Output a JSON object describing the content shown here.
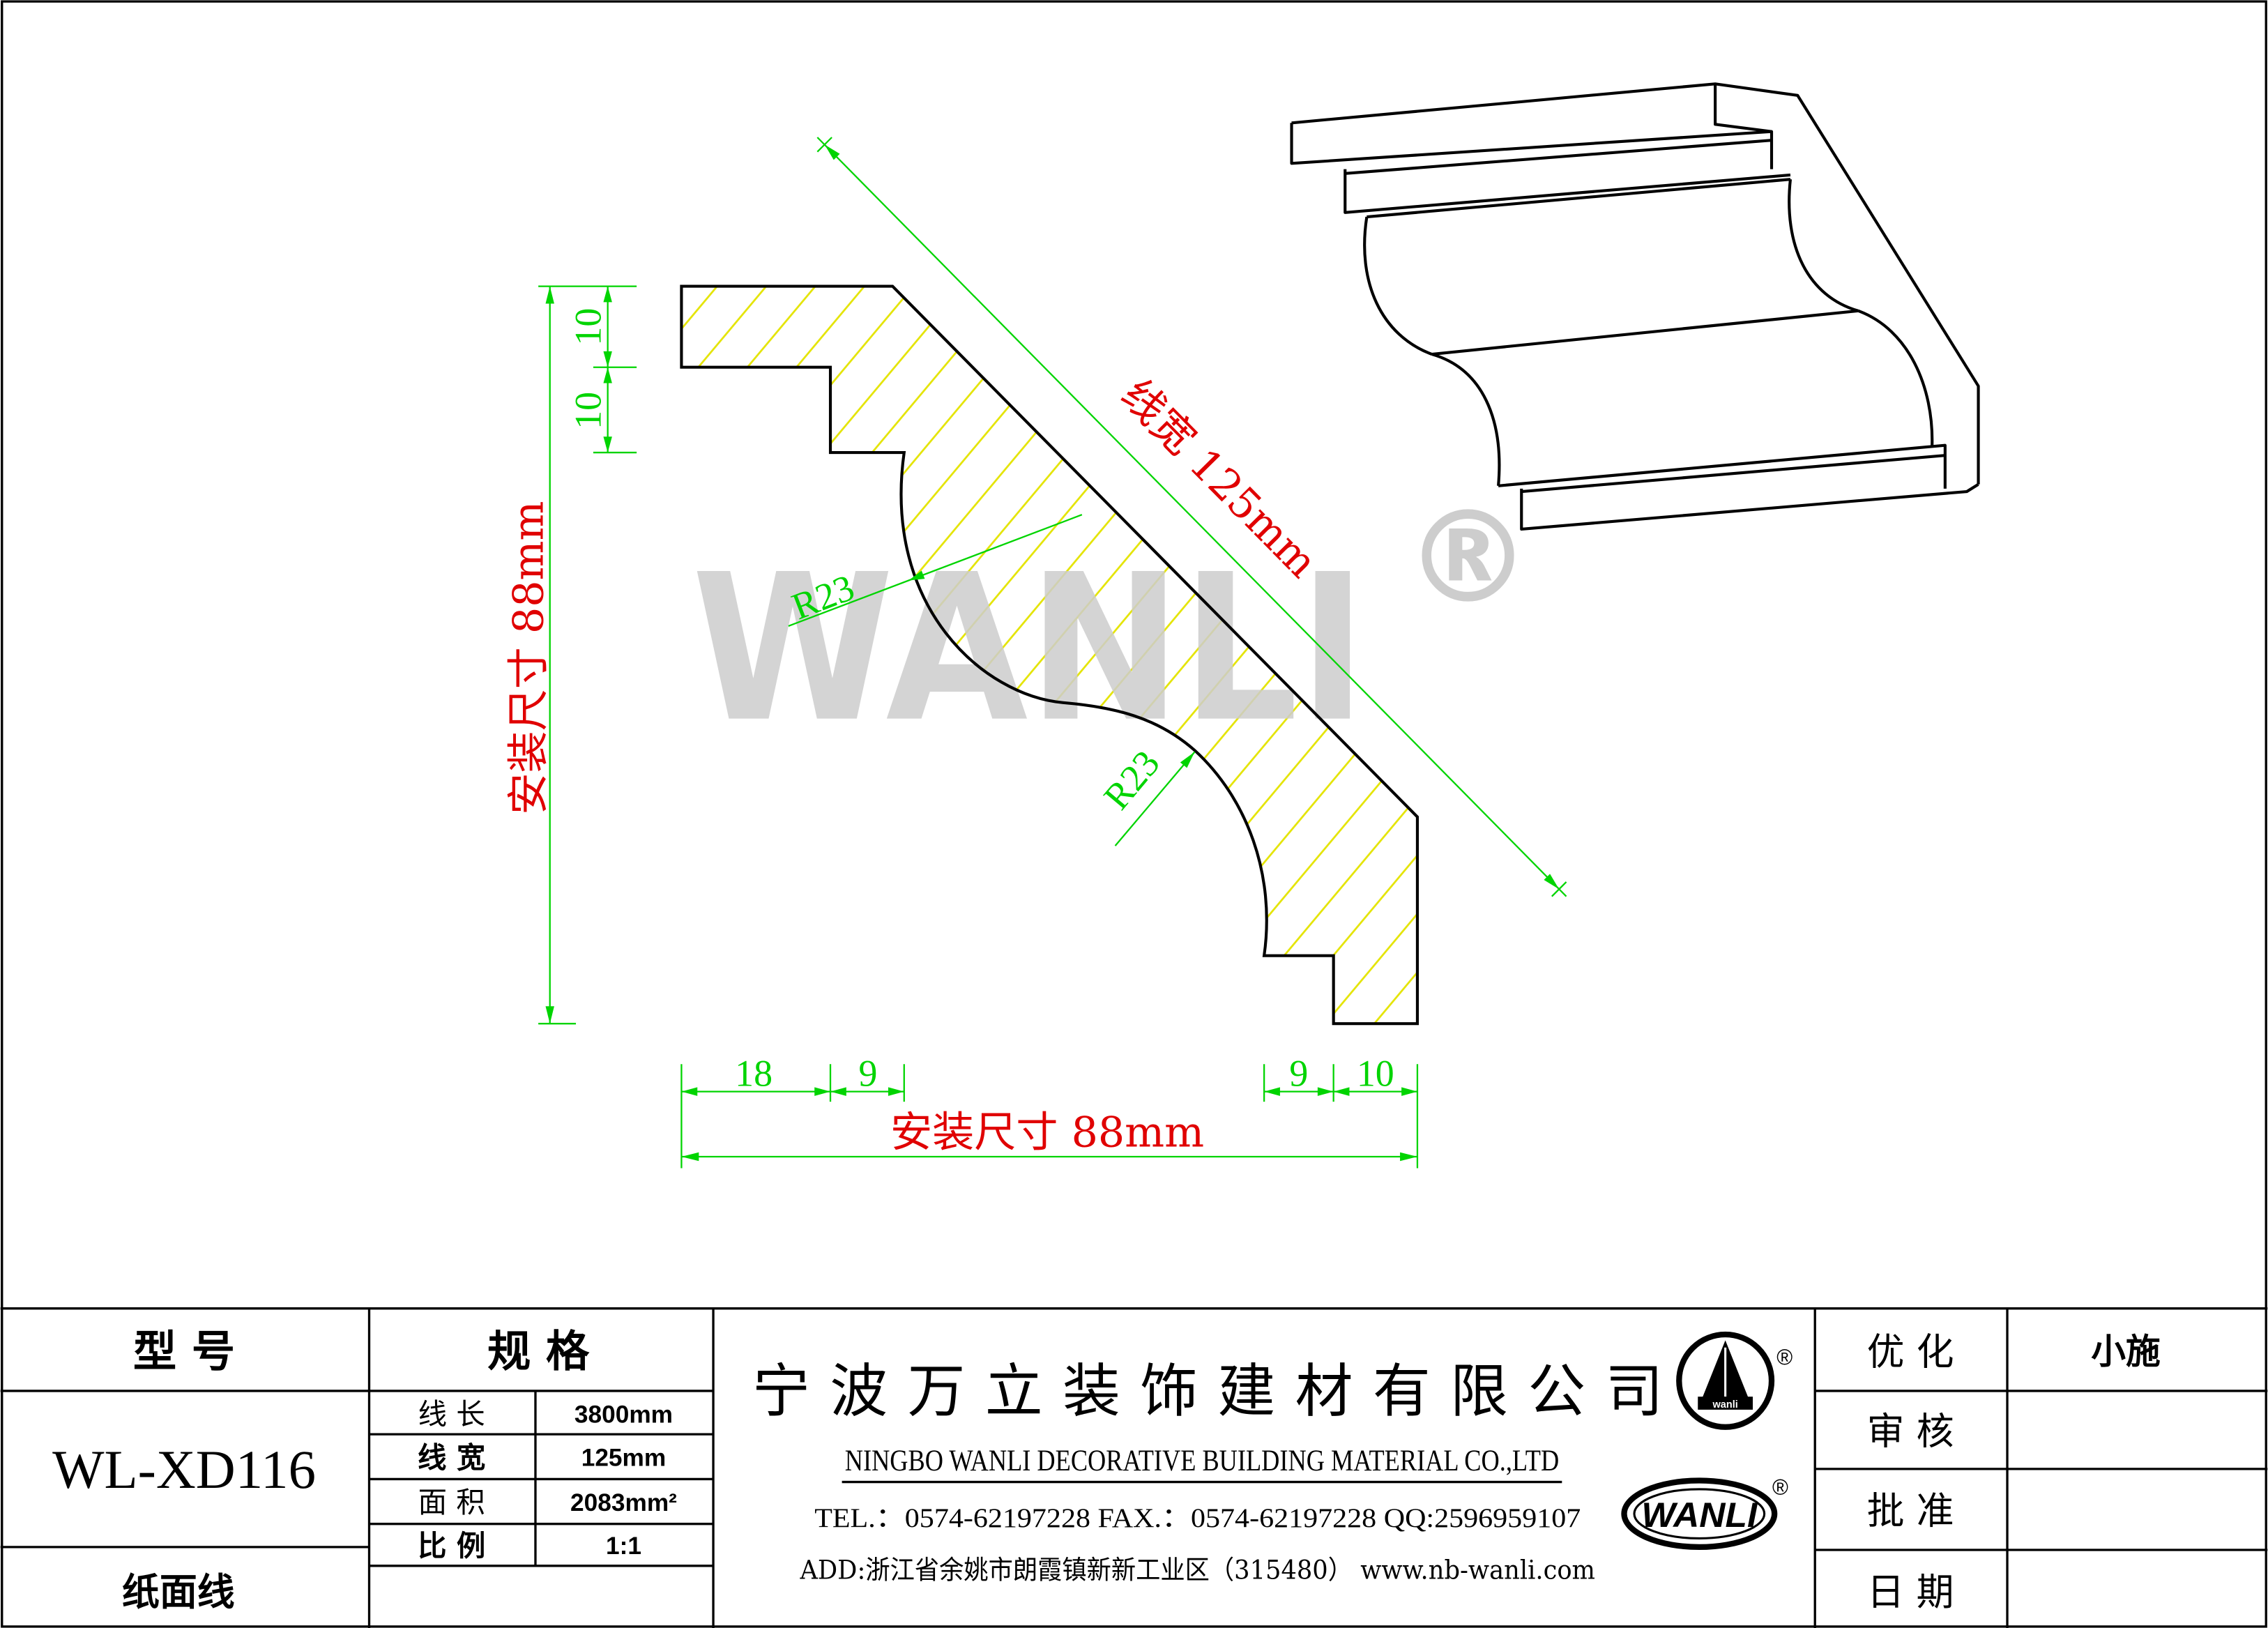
{
  "drawing": {
    "watermark": "WANLI",
    "watermark_mark": "®",
    "dimensions": {
      "line_width_label": "线宽 125mm",
      "height_label": "安装尺寸 88mm",
      "width_label": "安装尺寸 88mm",
      "top_step_1": "10",
      "top_step_2": "10",
      "radius_upper": "R23",
      "radius_lower": "R23",
      "bottom_left_1": "18",
      "bottom_left_2": "9",
      "bottom_right_1": "9",
      "bottom_right_2": "10"
    }
  },
  "title_block": {
    "model_header": "型  号",
    "model": "WL-XD116",
    "category": "纸面线",
    "spec_header": "规  格",
    "specs": [
      {
        "label": "线 长",
        "value": "3800mm"
      },
      {
        "label": "线 宽",
        "value": "125mm"
      },
      {
        "label": "面 积",
        "value": "2083mm²"
      },
      {
        "label": "比 例",
        "value": "1:1"
      }
    ],
    "company": {
      "name_cn": "宁 波 万 立 装 饰 建 材 有 限 公 司",
      "name_en": "NINGBO WANLI DECORATIVE BUILDING MATERIAL CO.,LTD",
      "contact": "TEL.：0574-62197228  FAX.：0574-62197228  QQ:2596959107",
      "address": "ADD:浙江省余姚市朗霞镇新新工业区（315480） www.nb-wanli.com",
      "logo_text": "wanli",
      "logo2_text": "WANLI",
      "registered_mark": "®"
    },
    "approvals": [
      {
        "label": "优 化",
        "value": "小施"
      },
      {
        "label": "审 核",
        "value": ""
      },
      {
        "label": "批 准",
        "value": ""
      },
      {
        "label": "日 期",
        "value": ""
      }
    ]
  },
  "colors": {
    "dimension": "#00d400",
    "label": "#e00000",
    "hatch": "#e4e400",
    "watermark": "#cdcdcd",
    "ink": "#000000"
  }
}
